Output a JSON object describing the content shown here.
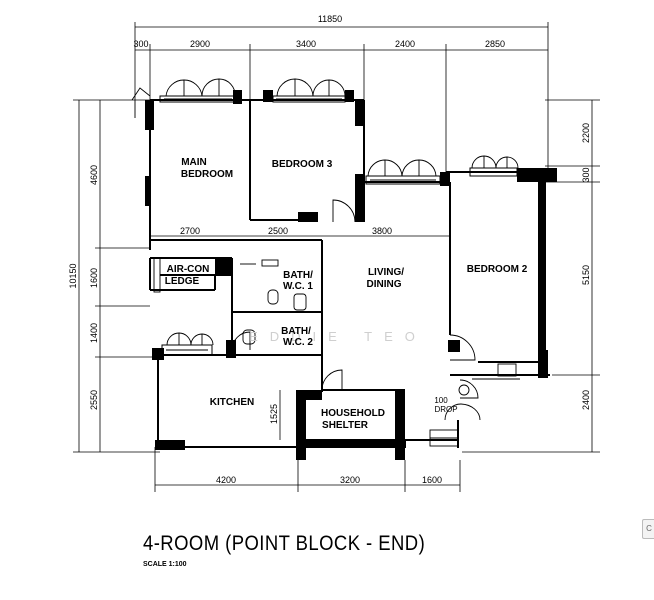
{
  "overall_dimensions": {
    "total_width": "11850",
    "total_depth": "10150"
  },
  "top_dims": [
    "300",
    "2900",
    "3400",
    "2400",
    "2850"
  ],
  "left_dims": [
    "4600",
    "1600",
    "1400",
    "2550"
  ],
  "right_dims": [
    "2200",
    "300",
    "5150",
    "2400"
  ],
  "bottom_dims": [
    "4200",
    "3200",
    "1600"
  ],
  "inner_dims": [
    "2700",
    "2500",
    "3800",
    "1525"
  ],
  "rooms": {
    "main_bedroom": [
      "MAIN",
      "BEDROOM"
    ],
    "bedroom3": "BEDROOM 3",
    "aircon": [
      "AIR-CON",
      "LEDGE"
    ],
    "bath1": [
      "BATH/",
      "W.C. 1"
    ],
    "bath2": [
      "BATH/",
      "W.C. 2"
    ],
    "living": [
      "LIVING/",
      "DINING"
    ],
    "bedroom2": "BEDROOM 2",
    "kitchen": "KITCHEN",
    "shelter": [
      "HOUSEHOLD",
      "SHELTER"
    ],
    "refuse": [
      "100",
      "DROP"
    ]
  },
  "watermark": "EDDIE TEO",
  "title": "4-ROOM (POINT BLOCK - END)",
  "scale_text": "SCALE 1:100",
  "edge_tab": "C"
}
